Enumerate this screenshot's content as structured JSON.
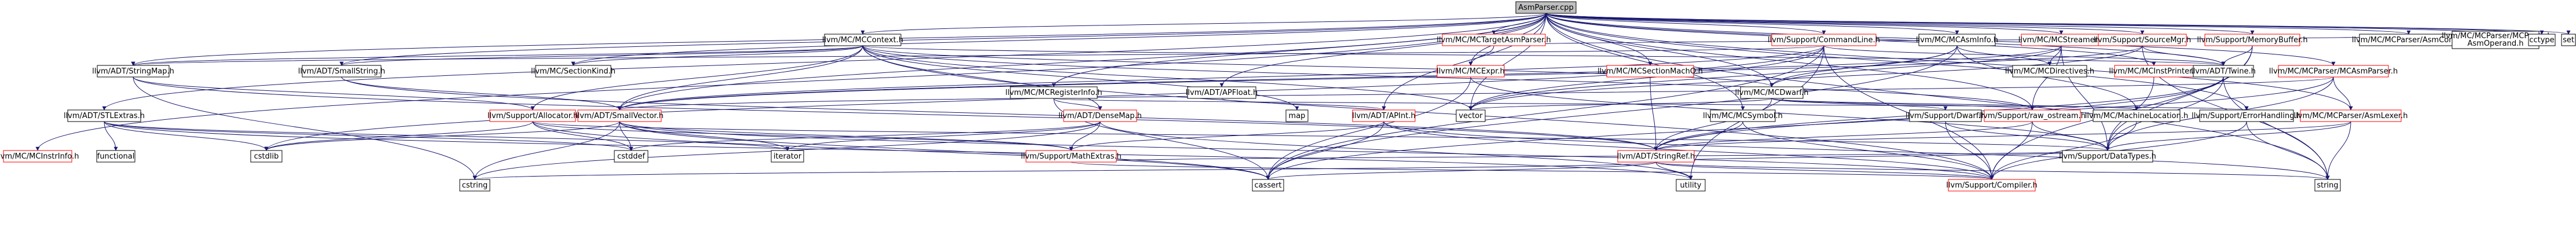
{
  "graph": {
    "edge_color": "#191970",
    "node_border": "#000000",
    "red_border": "#ff0000",
    "root_fill": "#bfbfbf",
    "nodes": [
      {
        "id": "root",
        "label": "AsmParser.cpp",
        "style": "root"
      },
      {
        "id": "context",
        "label": "llvm/MC/MCContext.h",
        "style": "black"
      },
      {
        "id": "target_asm",
        "label": "llvm/MC/MCTargetAsmParser.h",
        "style": "red"
      },
      {
        "id": "cmdline",
        "label": "llvm/Support/CommandLine.h",
        "style": "red"
      },
      {
        "id": "asminfo",
        "label": "llvm/MC/MCAsmInfo.h",
        "style": "black"
      },
      {
        "id": "streamer",
        "label": "llvm/MC/MCStreamer.h",
        "style": "red"
      },
      {
        "id": "sourcemgr",
        "label": "llvm/Support/SourceMgr.h",
        "style": "red"
      },
      {
        "id": "membuf",
        "label": "llvm/Support/MemoryBuffer.h",
        "style": "red"
      },
      {
        "id": "asmcond",
        "label": "llvm/MC/MCParser/AsmCond.h",
        "style": "black"
      },
      {
        "id": "parsed_operand",
        "label": "llvm/MC/MCParsedAsmOperand.h",
        "style": "black2",
        "line2": "AsmOperand.h",
        "line1": "llvm/MC/MCParser/MCParsed"
      },
      {
        "id": "cctype",
        "label": "cctype",
        "style": "black"
      },
      {
        "id": "set",
        "label": "set",
        "style": "black"
      },
      {
        "id": "stringmap",
        "label": "llvm/ADT/StringMap.h",
        "style": "black"
      },
      {
        "id": "smallstring",
        "label": "llvm/ADT/SmallString.h",
        "style": "black"
      },
      {
        "id": "sectionkind",
        "label": "llvm/MC/SectionKind.h",
        "style": "black"
      },
      {
        "id": "expr",
        "label": "llvm/MC/MCExpr.h",
        "style": "red"
      },
      {
        "id": "sectionmacho",
        "label": "llvm/MC/MCSectionMachO.h",
        "style": "red"
      },
      {
        "id": "directives",
        "label": "llvm/MC/MCDirectives.h",
        "style": "black"
      },
      {
        "id": "instprinter",
        "label": "llvm/MC/MCInstPrinter.h",
        "style": "red"
      },
      {
        "id": "twine",
        "label": "llvm/ADT/Twine.h",
        "style": "black"
      },
      {
        "id": "asmparser_h",
        "label": "llvm/MC/MCParser/MCAsmParser.h",
        "style": "red"
      },
      {
        "id": "reginfo",
        "label": "llvm/MC/MCRegisterInfo.h",
        "style": "black"
      },
      {
        "id": "apfloat",
        "label": "llvm/ADT/APFloat.h",
        "style": "black"
      },
      {
        "id": "dwarf_mc",
        "label": "llvm/MC/MCDwarf.h",
        "style": "black"
      },
      {
        "id": "support_dwarf",
        "label": "llvm/Support/Dwarf.h",
        "style": "black"
      },
      {
        "id": "errorhandling",
        "label": "llvm/Support/ErrorHandling.h",
        "style": "black"
      },
      {
        "id": "asmlexer",
        "label": "llvm/MC/MCParser/AsmLexer.h",
        "style": "red"
      },
      {
        "id": "stlextras",
        "label": "llvm/ADT/STLExtras.h",
        "style": "black"
      },
      {
        "id": "allocator",
        "label": "llvm/Support/Allocator.h",
        "style": "red"
      },
      {
        "id": "smallvector",
        "label": "llvm/ADT/SmallVector.h",
        "style": "red"
      },
      {
        "id": "densemap",
        "label": "llvm/ADT/DenseMap.h",
        "style": "red"
      },
      {
        "id": "apint",
        "label": "llvm/ADT/APInt.h",
        "style": "red"
      },
      {
        "id": "symbol",
        "label": "llvm/MC/MCSymbol.h",
        "style": "black"
      },
      {
        "id": "raw_ostream",
        "label": "llvm/Support/raw_ostream.h",
        "style": "red"
      },
      {
        "id": "machineloc",
        "label": "llvm/MC/MachineLocation.h",
        "style": "black"
      },
      {
        "id": "map",
        "label": "map",
        "style": "black"
      },
      {
        "id": "vector",
        "label": "vector",
        "style": "black"
      },
      {
        "id": "mcinstrinfo",
        "label": "llvm/MC/MCInstrInfo.h",
        "style": "red"
      },
      {
        "id": "functional",
        "label": "functional",
        "style": "black"
      },
      {
        "id": "cstdlib",
        "label": "cstdlib",
        "style": "black"
      },
      {
        "id": "cstddef",
        "label": "cstddef",
        "style": "black"
      },
      {
        "id": "iterator",
        "label": "iterator",
        "style": "black"
      },
      {
        "id": "mathextras",
        "label": "llvm/Support/MathExtras.h",
        "style": "red"
      },
      {
        "id": "stringref",
        "label": "llvm/ADT/StringRef.h",
        "style": "red"
      },
      {
        "id": "datatypes",
        "label": "llvm/Support/DataTypes.h",
        "style": "black"
      },
      {
        "id": "cstring",
        "label": "cstring",
        "style": "black"
      },
      {
        "id": "cassert",
        "label": "cassert",
        "style": "black"
      },
      {
        "id": "utility",
        "label": "utility",
        "style": "black"
      },
      {
        "id": "compiler",
        "label": "llvm/Support/Compiler.h",
        "style": "red"
      },
      {
        "id": "string",
        "label": "string",
        "style": "black"
      }
    ],
    "edges": [
      [
        "root",
        "context"
      ],
      [
        "root",
        "target_asm"
      ],
      [
        "root",
        "cmdline"
      ],
      [
        "root",
        "asminfo"
      ],
      [
        "root",
        "streamer"
      ],
      [
        "root",
        "sourcemgr"
      ],
      [
        "root",
        "membuf"
      ],
      [
        "root",
        "asmcond"
      ],
      [
        "root",
        "parsed_operand"
      ],
      [
        "root",
        "cctype"
      ],
      [
        "root",
        "set"
      ],
      [
        "root",
        "stringmap"
      ],
      [
        "root",
        "smallstring"
      ],
      [
        "root",
        "sectionkind"
      ],
      [
        "root",
        "expr"
      ],
      [
        "root",
        "sectionmacho"
      ],
      [
        "root",
        "instprinter"
      ],
      [
        "root",
        "twine"
      ],
      [
        "root",
        "asmparser_h"
      ],
      [
        "root",
        "reginfo"
      ],
      [
        "root",
        "apfloat"
      ],
      [
        "root",
        "dwarf_mc"
      ],
      [
        "root",
        "asmlexer"
      ],
      [
        "root",
        "stlextras"
      ],
      [
        "root",
        "mcinstrinfo"
      ],
      [
        "root",
        "symbol"
      ],
      [
        "root",
        "raw_ostream"
      ],
      [
        "root",
        "errorhandling"
      ],
      [
        "root",
        "apint"
      ],
      [
        "root",
        "smallvector"
      ],
      [
        "root",
        "string"
      ],
      [
        "root",
        "vector"
      ],
      [
        "context",
        "stringmap"
      ],
      [
        "context",
        "smallstring"
      ],
      [
        "context",
        "sectionkind"
      ],
      [
        "context",
        "densemap"
      ],
      [
        "context",
        "allocator"
      ],
      [
        "context",
        "smallvector"
      ],
      [
        "context",
        "twine"
      ],
      [
        "context",
        "raw_ostream"
      ],
      [
        "context",
        "vector"
      ],
      [
        "context",
        "map"
      ],
      [
        "context",
        "dwarf_mc"
      ],
      [
        "context",
        "compiler"
      ],
      [
        "target_asm",
        "expr"
      ],
      [
        "target_asm",
        "parsed_operand"
      ],
      [
        "cmdline",
        "twine"
      ],
      [
        "cmdline",
        "smallvector"
      ],
      [
        "cmdline",
        "stringmap"
      ],
      [
        "cmdline",
        "compiler"
      ],
      [
        "cmdline",
        "cassert"
      ],
      [
        "cmdline",
        "utility"
      ],
      [
        "cmdline",
        "vector"
      ],
      [
        "cmdline",
        "cstdlib"
      ],
      [
        "asminfo",
        "dwarf_mc"
      ],
      [
        "asminfo",
        "directives"
      ],
      [
        "asminfo",
        "machineloc"
      ],
      [
        "asminfo",
        "cassert"
      ],
      [
        "asminfo",
        "vector"
      ],
      [
        "streamer",
        "directives"
      ],
      [
        "streamer",
        "dwarf_mc"
      ],
      [
        "streamer",
        "smallvector"
      ],
      [
        "streamer",
        "datatypes"
      ],
      [
        "streamer",
        "raw_ostream"
      ],
      [
        "sourcemgr",
        "twine"
      ],
      [
        "sourcemgr",
        "smallvector"
      ],
      [
        "sourcemgr",
        "string"
      ],
      [
        "sourcemgr",
        "vector"
      ],
      [
        "membuf",
        "twine"
      ],
      [
        "membuf",
        "datatypes"
      ],
      [
        "membuf",
        "compiler"
      ],
      [
        "asmparser_h",
        "datatypes"
      ],
      [
        "asmparser_h",
        "stringref"
      ],
      [
        "asmparser_h",
        "smallvector"
      ],
      [
        "asmparser_h",
        "asmlexer"
      ],
      [
        "asmlexer",
        "stringref"
      ],
      [
        "asmlexer",
        "datatypes"
      ],
      [
        "asmlexer",
        "string"
      ],
      [
        "stringmap",
        "stringref"
      ],
      [
        "stringmap",
        "allocator"
      ],
      [
        "stringmap",
        "cstring"
      ],
      [
        "smallstring",
        "smallvector"
      ],
      [
        "smallstring",
        "stringref"
      ],
      [
        "expr",
        "cassert"
      ],
      [
        "expr",
        "datatypes"
      ],
      [
        "sectionmacho",
        "stringref"
      ],
      [
        "instprinter",
        "datatypes"
      ],
      [
        "twine",
        "stringref"
      ],
      [
        "twine",
        "datatypes"
      ],
      [
        "twine",
        "string"
      ],
      [
        "twine",
        "cassert"
      ],
      [
        "reginfo",
        "densemap"
      ],
      [
        "reginfo",
        "errorhandling"
      ],
      [
        "reginfo",
        "cassert"
      ],
      [
        "apfloat",
        "apint"
      ],
      [
        "dwarf_mc",
        "support_dwarf"
      ],
      [
        "dwarf_mc",
        "stringref"
      ],
      [
        "dwarf_mc",
        "raw_ostream"
      ],
      [
        "dwarf_mc",
        "vector"
      ],
      [
        "dwarf_mc",
        "machineloc"
      ],
      [
        "support_dwarf",
        "datatypes"
      ],
      [
        "support_dwarf",
        "compiler"
      ],
      [
        "errorhandling",
        "compiler"
      ],
      [
        "errorhandling",
        "string"
      ],
      [
        "stlextras",
        "functional"
      ],
      [
        "stlextras",
        "cstdlib"
      ],
      [
        "stlextras",
        "cstddef"
      ],
      [
        "stlextras",
        "iterator"
      ],
      [
        "stlextras",
        "utility"
      ],
      [
        "allocator",
        "mathextras"
      ],
      [
        "allocator",
        "datatypes"
      ],
      [
        "allocator",
        "cstddef"
      ],
      [
        "allocator",
        "cstdlib"
      ],
      [
        "allocator",
        "cassert"
      ],
      [
        "smallvector",
        "mathextras"
      ],
      [
        "smallvector",
        "cstddef"
      ],
      [
        "smallvector",
        "cstdlib"
      ],
      [
        "smallvector",
        "iterator"
      ],
      [
        "smallvector",
        "cstring"
      ],
      [
        "smallvector",
        "cassert"
      ],
      [
        "smallvector",
        "compiler"
      ],
      [
        "densemap",
        "mathextras"
      ],
      [
        "densemap",
        "iterator"
      ],
      [
        "densemap",
        "utility"
      ],
      [
        "densemap",
        "cstddef"
      ],
      [
        "densemap",
        "cstring"
      ],
      [
        "apint",
        "mathextras"
      ],
      [
        "apint",
        "cassert"
      ],
      [
        "apint",
        "compiler"
      ],
      [
        "apint",
        "string"
      ],
      [
        "symbol",
        "stringref"
      ],
      [
        "symbol",
        "compiler"
      ],
      [
        "raw_ostream",
        "stringref"
      ],
      [
        "raw_ostream",
        "datatypes"
      ],
      [
        "raw_ostream",
        "compiler"
      ],
      [
        "machineloc",
        "compiler"
      ],
      [
        "mathextras",
        "datatypes"
      ],
      [
        "mathextras",
        "compiler"
      ],
      [
        "stringref",
        "cassert"
      ],
      [
        "stringref",
        "cstring"
      ],
      [
        "stringref",
        "utility"
      ],
      [
        "stringref",
        "string"
      ],
      [
        "stringref",
        "compiler"
      ],
      [
        "stringref",
        "datatypes"
      ]
    ]
  }
}
